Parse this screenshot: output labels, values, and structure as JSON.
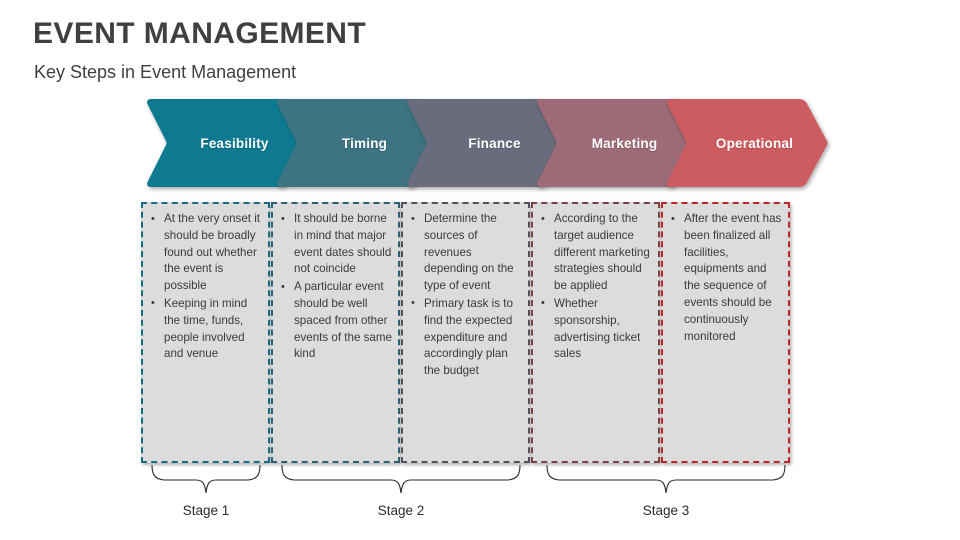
{
  "header": {
    "title": "EVENT MANAGEMENT",
    "subtitle": "Key Steps in Event Management"
  },
  "colors": {
    "feasibility": "#0D7A91",
    "timing": "#3C7382",
    "finance": "#696C7C",
    "marketing": "#9D6A77",
    "operational": "#CC5C60",
    "box_fill": "#DCDCDC",
    "text": "#3A3A3A",
    "title_text": "#404040"
  },
  "steps": [
    {
      "label": "Feasibility",
      "color": "#0D7A91",
      "border_color": "#156E82",
      "bullets": [
        "At the very onset it should be broadly found out whether the event is possible",
        "Keeping in mind the time, funds, people involved and venue"
      ]
    },
    {
      "label": "Timing",
      "color": "#3C7382",
      "border_color": "#2E5F73",
      "bullets": [
        "It should be borne in mind that major event dates should not coincide",
        "A particular event should be well spaced from other events of the same kind"
      ]
    },
    {
      "label": "Finance",
      "color": "#696C7C",
      "border_color": "#54515E",
      "bullets": [
        "Determine the sources of revenues depending on the type of event",
        "Primary task is to find the expected expenditure and accordingly plan the budget"
      ]
    },
    {
      "label": "Marketing",
      "color": "#9D6A77",
      "border_color": "#7A4148",
      "bullets": [
        "According to the target audience different marketing strategies should be applied",
        "Whether sponsorship, advertising ticket sales"
      ]
    },
    {
      "label": "Operational",
      "color": "#CC5C60",
      "border_color": "#C0242B",
      "bullets": [
        "After the event has been finalized all facilities, equipments and the sequence of events should be continuously monitored"
      ]
    }
  ],
  "stages": [
    {
      "label": "Stage 1"
    },
    {
      "label": "Stage 2"
    },
    {
      "label": "Stage 3"
    }
  ]
}
